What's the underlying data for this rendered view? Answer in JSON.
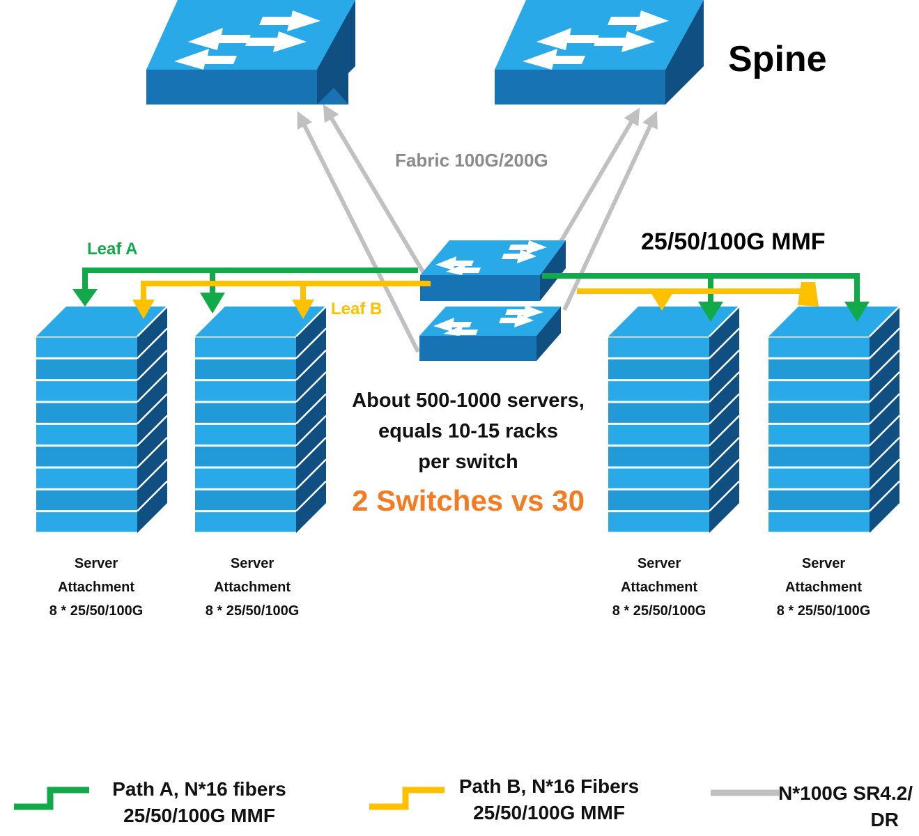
{
  "title": "Spine",
  "fabric_label": "Fabric 100G/200G",
  "leaf_a_label": "Leaf A",
  "leaf_b_label": "Leaf B",
  "mmf_label": "25/50/100G MMF",
  "center_note": {
    "line1": "About 500-1000 servers,",
    "line2": "equals 10-15 racks",
    "line3": "per switch",
    "highlight": "2 Switches vs 30"
  },
  "server_racks": [
    {
      "line1": "Server",
      "line2": "Attachment",
      "line3": "8 * 25/50/100G"
    },
    {
      "line1": "Server",
      "line2": "Attachment",
      "line3": "8 * 25/50/100G"
    },
    {
      "line1": "Server",
      "line2": "Attachment",
      "line3": "8 * 25/50/100G"
    },
    {
      "line1": "Server",
      "line2": "Attachment",
      "line3": "8 * 25/50/100G"
    }
  ],
  "legend": {
    "path_a": {
      "line1": "Path A, N*16 fibers",
      "line2": "25/50/100G MMF",
      "color": "#12a94a"
    },
    "path_b": {
      "line1": "Path B, N*16 Fibers",
      "line2": "25/50/100G MMF",
      "color": "#ffc000"
    },
    "fabric": {
      "line1": "N*100G SR4.2/",
      "line2": "DR",
      "color": "#c0c0c0"
    }
  },
  "colors": {
    "switch_top": "#2aa9e8",
    "switch_front": "#1873b4",
    "switch_side": "#0f4f82",
    "green": "#12a94a",
    "yellow": "#ffc000",
    "gray": "#c0c0c0",
    "orange": "#f47b20"
  }
}
